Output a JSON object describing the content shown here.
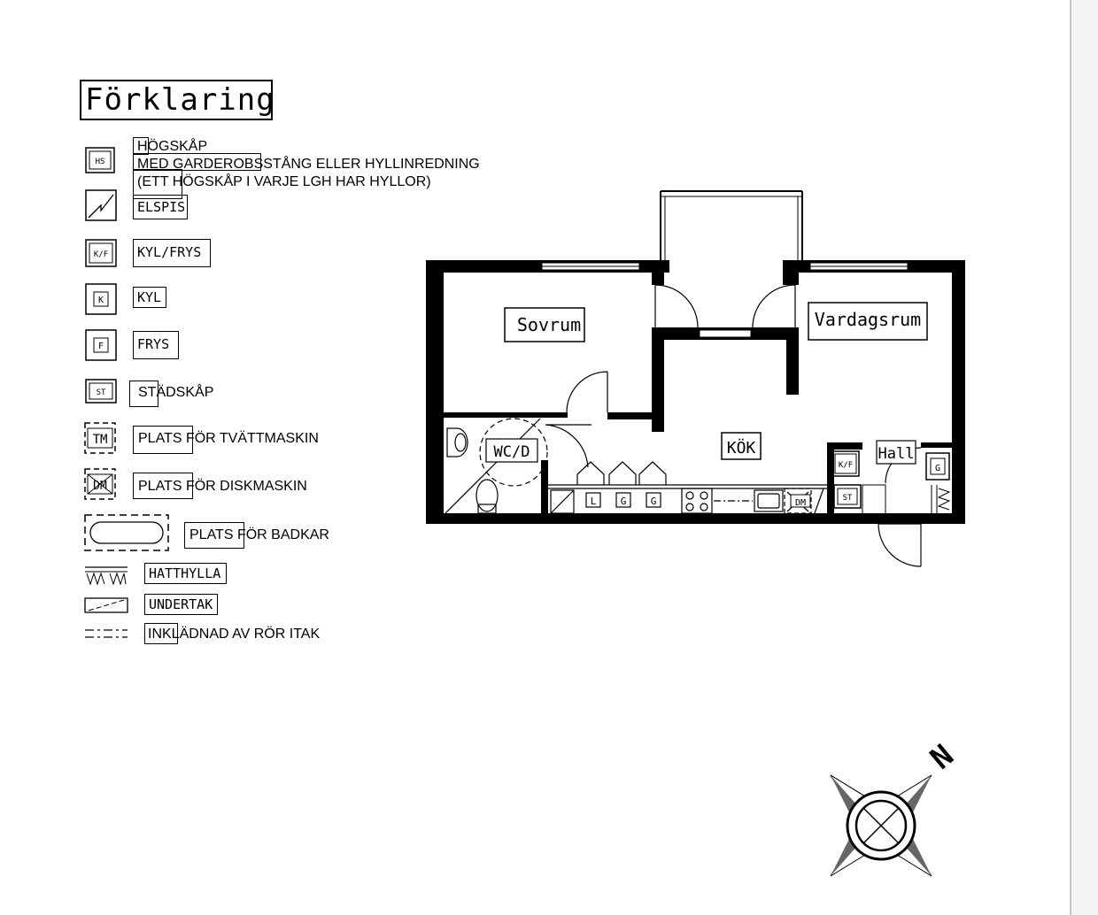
{
  "legend": {
    "title": "Förklaringar",
    "items": [
      {
        "code": "HS",
        "lines": [
          "HÖGSKÅP",
          "MED GARDEROBSSTÅNG ELLER HYLLINREDNING",
          "(ETT HÖGSKÅP I VARJE LGH HAR HYLLOR)"
        ]
      },
      {
        "code": "",
        "lines": [
          "ELSPIS"
        ]
      },
      {
        "code": "K/F",
        "lines": [
          "KYL/FRYS"
        ]
      },
      {
        "code": "K",
        "lines": [
          "KYL"
        ]
      },
      {
        "code": "F",
        "lines": [
          "FRYS"
        ]
      },
      {
        "code": "ST",
        "lines": [
          "STÄDSKÅP"
        ]
      },
      {
        "code": "TM",
        "lines": [
          "PLATS FÖR TVÄTTMASKIN"
        ]
      },
      {
        "code": "DM",
        "lines": [
          "PLATS FÖR DISKMASKIN"
        ]
      },
      {
        "code": "",
        "lines": [
          "PLATS FÖR BADKAR"
        ]
      },
      {
        "code": "",
        "lines": [
          "HATTHYLLA"
        ]
      },
      {
        "code": "",
        "lines": [
          "UNDERTAK"
        ]
      },
      {
        "code": "",
        "lines": [
          "INKLÄDNAD AV RÖR ITAK"
        ]
      }
    ]
  },
  "plan": {
    "rooms": {
      "sovrum": "Sovrum",
      "vardagsrum": "Vardagsrum",
      "kok": "KÖK",
      "wc": "WC/D",
      "hall": "Hall"
    },
    "fixtures": {
      "kf": "K/F",
      "st": "ST",
      "g_hall": "G",
      "l": "L",
      "g1": "G",
      "g2": "G",
      "dm": "DM"
    }
  },
  "compass": {
    "north": "N"
  }
}
